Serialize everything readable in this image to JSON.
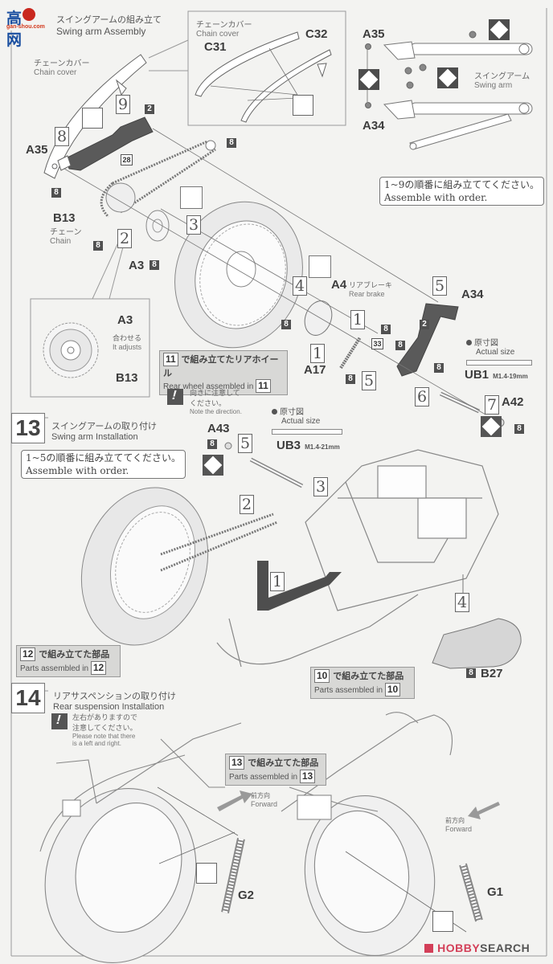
{
  "watermark_top": {
    "chars": "高 网",
    "url": "gan-shou.com"
  },
  "step12": {
    "title_jp": "スイングアームの組み立て",
    "title_en": "Swing arm Assembly",
    "chain_cover_jp": "チェーンカバー",
    "chain_cover_en": "Chain cover",
    "detail_chain_cover_jp": "チェーンカバー",
    "detail_chain_cover_en": "Chain cover",
    "parts": {
      "c31": "C31",
      "c32": "C32",
      "a35": "A35",
      "a34": "A34",
      "b13": "B13",
      "a3": "A3",
      "a4": "A4",
      "a17": "A17",
      "a42": "A42",
      "ub1": "UB1"
    },
    "swing_arm_jp": "スイングアーム",
    "swing_arm_en": "Swing arm",
    "chain_jp": "チェーン",
    "chain_en": "Chain",
    "rear_brake_jp": "リアブレーキ",
    "rear_brake_en": "Rear brake",
    "adjusts_jp": "合わせる",
    "adjusts_en": "It adjusts",
    "order_note_jp": "1~9の順番に組み立ててください。",
    "order_note_en": "Assemble with order.",
    "actual_size_jp": "原寸図",
    "actual_size_en": "Actual size",
    "ub1_spec": "M1.4-19mm",
    "rear_wheel_jp": "で組み立てたリアホイール",
    "rear_wheel_en": "Rear wheel assembled in",
    "rear_wheel_ref": "11",
    "direction_jp_1": "向きに注意して",
    "direction_jp_2": "ください。",
    "direction_en": "Note the direction.",
    "step_numbers": [
      "1",
      "1",
      "2",
      "3",
      "4",
      "5",
      "5",
      "6",
      "7",
      "8",
      "9"
    ],
    "paint_codes": [
      "2",
      "2",
      "8",
      "8",
      "8",
      "8",
      "8",
      "8",
      "8",
      "8",
      "8",
      "8",
      "8",
      "28",
      "33"
    ]
  },
  "step13": {
    "number": "13",
    "title_jp": "スイングアームの取り付け",
    "title_en": "Swing arm Installation",
    "order_note_jp": "1~5の順番に組み立ててください。",
    "order_note_en": "Assemble with order.",
    "parts": {
      "a43": "A43",
      "ub3": "UB3",
      "b27": "B27"
    },
    "ub3_spec": "M1.4-21mm",
    "actual_size_jp": "原寸図",
    "actual_size_en": "Actual size",
    "step_numbers": [
      "1",
      "2",
      "3",
      "4",
      "5"
    ],
    "paint_codes": [
      "8",
      "8"
    ],
    "ref12_jp": "で組み立てた部品",
    "ref12_en": "Parts assembled in",
    "ref12_num": "12",
    "ref10_jp": "で組み立てた部品",
    "ref10_en": "Parts assembled in",
    "ref10_num": "10"
  },
  "step14": {
    "number": "14",
    "title_jp": "リアサスペンションの取り付け",
    "title_en": "Rear suspension Installation",
    "warn_jp_1": "左右がありますので",
    "warn_jp_2": "注意してください。",
    "warn_en_1": "Please note that there",
    "warn_en_2": "is a left and right.",
    "ref13_jp": "で組み立てた部品",
    "ref13_en": "Parts assembled in",
    "ref13_num": "13",
    "forward_jp": "前方向",
    "forward_en": "Forward",
    "parts": {
      "g1": "G1",
      "g2": "G2"
    }
  },
  "watermark_bottom": {
    "brand_a": "HOBBY",
    "brand_b": "SEARCH"
  }
}
